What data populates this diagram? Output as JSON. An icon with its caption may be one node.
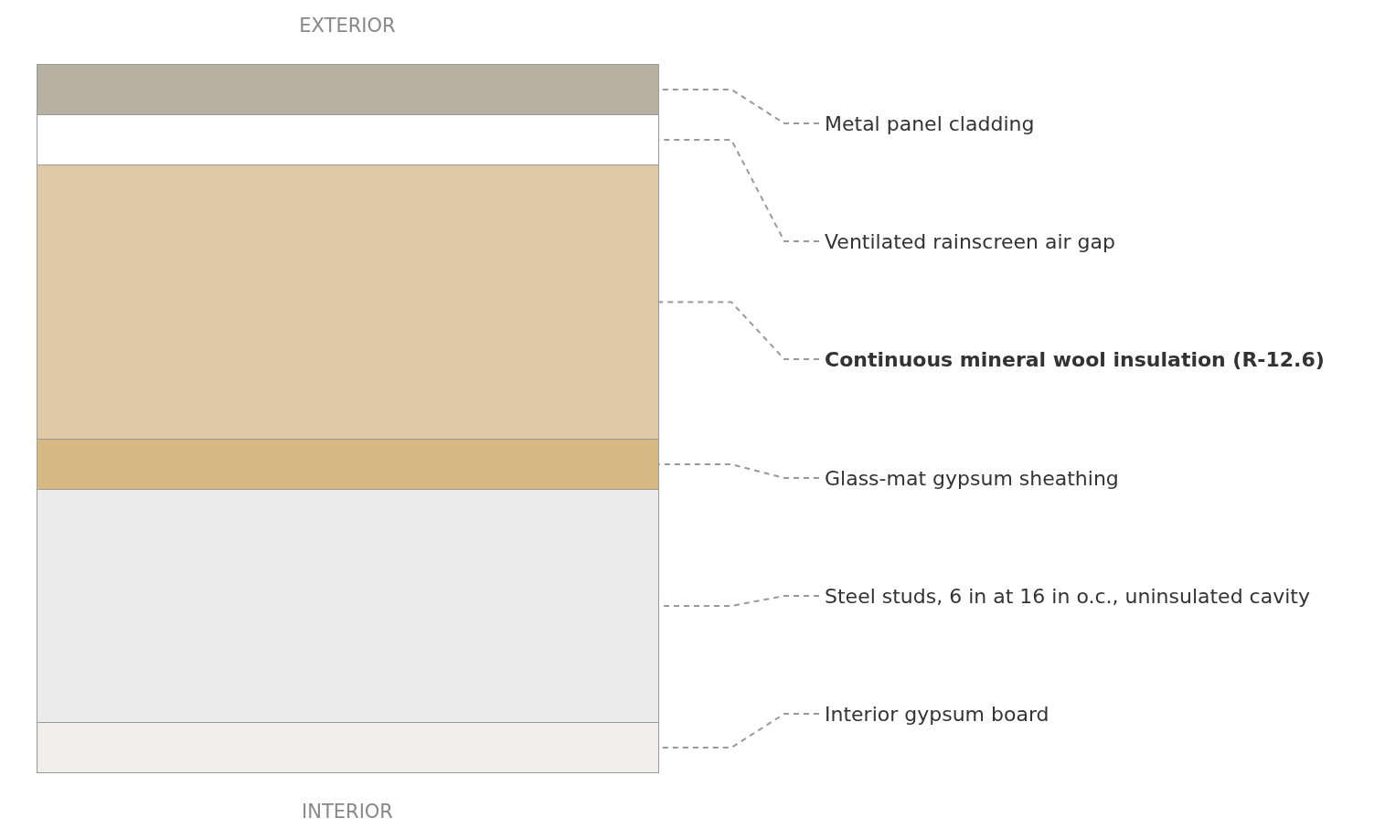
{
  "diagram": {
    "nodes": [
      {
        "text": [],
        "shape": "box"
      },
      {
        "text": [],
        "shape": "box"
      },
      {
        "text": [],
        "shape": "box"
      },
      {
        "text": [],
        "shape": "box"
      },
      {
        "text": [],
        "shape": "box"
      },
      {
        "text": [],
        "shape": "box"
      },
      {
        "text": [
          "Metal panel cladding"
        ]
      },
      {
        "text": [
          "Ventilated rainscreen air gap"
        ]
      },
      {
        "text": [
          "Continuous mineral wool insulation (R-12.6)"
        ]
      },
      {
        "text": [
          "Glass-mat gypsum sheathing"
        ]
      },
      {
        "text": [
          "Steel studs, 6 in at 16 in o.c., uninsulated cavity"
        ]
      },
      {
        "text": [
          "Interior gypsum board"
        ]
      }
    ],
    "edges": [
      {
        "from": 6,
        "to": 0,
        "arrow": "none",
        "style": "dashed"
      },
      {
        "from": 7,
        "to": 1,
        "arrow": "none",
        "style": "dashed"
      },
      {
        "from": 8,
        "to": 2,
        "arrow": "none",
        "style": "dashed"
      },
      {
        "from": 9,
        "to": 3,
        "arrow": "none",
        "style": "dashed"
      },
      {
        "from": 10,
        "to": 4,
        "arrow": "none",
        "style": "dashed"
      },
      {
        "from": 11,
        "to": 5,
        "arrow": "none",
        "style": "dashed"
      }
    ],
    "labels": [
      "EXTERIOR",
      "INTERIOR"
    ]
  }
}
